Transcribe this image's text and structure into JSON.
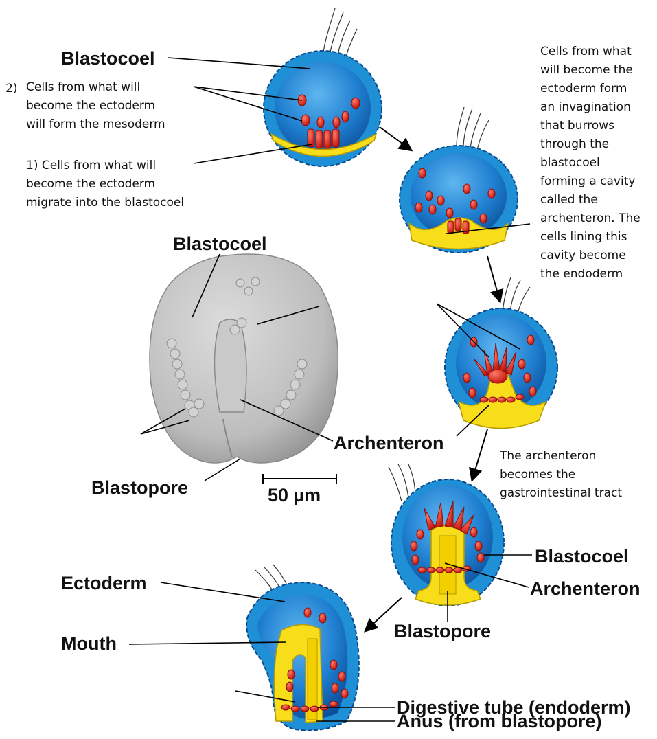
{
  "labels": {
    "blastocoel_top": "Blastocoel",
    "blastocoel_photo": "Blastocoel",
    "archenteron_photo": "Archenteron",
    "blastopore_photo": "Blastopore",
    "scale_bar": "50 µm",
    "blastocoel_stage4": "Blastocoel",
    "archenteron_stage4": "Archenteron",
    "blastopore_stage4": "Blastopore",
    "ectoderm": "Ectoderm",
    "mouth": "Mouth",
    "digestive_tube": "Digestive tube (endoderm)",
    "anus": "Anus (from blastopore)"
  },
  "annotations": {
    "step2_number": "2)",
    "step2_lines": [
      "Cells from what will",
      "become the ectoderm",
      "will form the mesoderm"
    ],
    "step1_lines": [
      "1) Cells from what will",
      "become the ectoderm",
      "migrate into the blastocoel"
    ],
    "invagination_lines": [
      "Cells from what",
      "will become the",
      "ectoderm form",
      "an invagination",
      "that burrows",
      "through the",
      "blastocoel",
      "forming a cavity",
      "called the",
      "archenteron. The",
      "cells lining this",
      "cavity become",
      "the endoderm"
    ],
    "gi_tract_lines": [
      "The archenteron",
      "becomes the",
      "gastrointestinal tract"
    ]
  },
  "colors": {
    "ectoderm_blue": "#1f8fd6",
    "blastocoel_blue": "#1565b8",
    "mesoderm_red": "#d42a1e",
    "endoderm_yellow": "#f7dd1a",
    "photo_gray": "#b7b7b7"
  }
}
